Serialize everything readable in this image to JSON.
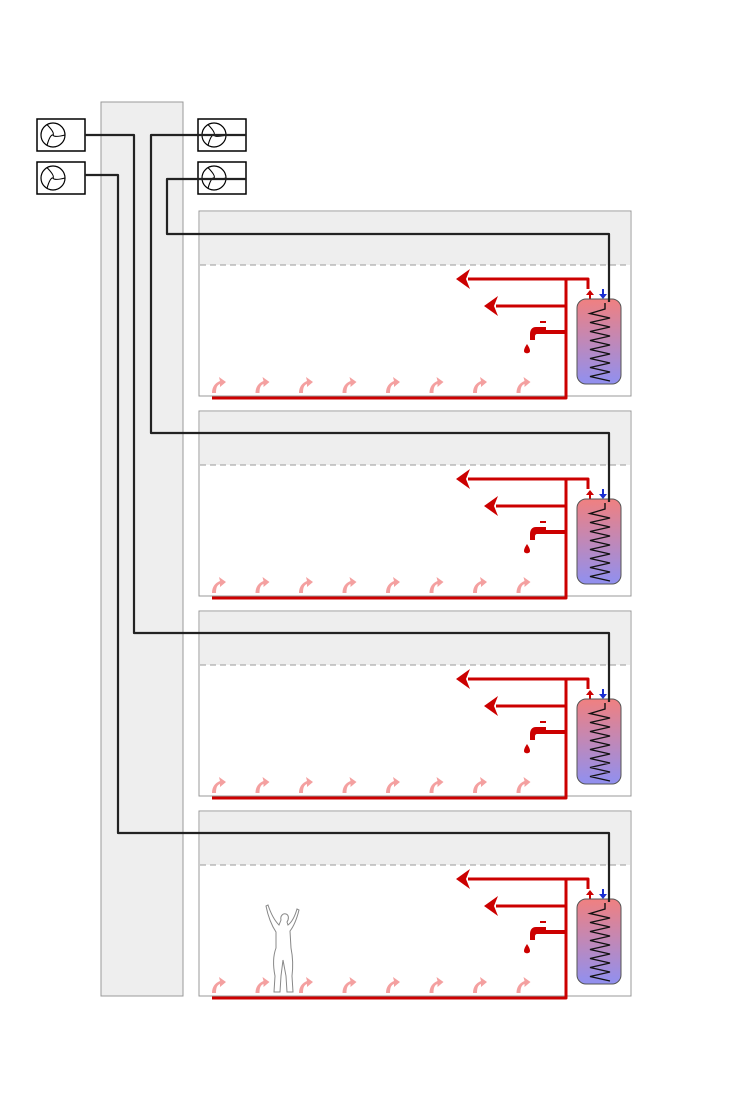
{
  "diagram": {
    "floor_count": 4,
    "fan_count": 4,
    "heat_arrows_per_floor": 8,
    "icons": {
      "fan": "fan-icon",
      "tap": "water-tap-icon",
      "tank": "hot-water-tank-icon",
      "heat_arrow": "heat-arrow-icon",
      "person": "person-icon"
    },
    "colors": {
      "hot_pipe": "#cc0000",
      "refrigerant_pipe": "#222222",
      "tank_top": "#f08080",
      "tank_bottom": "#9090f0",
      "heat_arrow": "#f4a0a0",
      "shaft": "#eeeeee",
      "cold_indicator": "#1a2fd0"
    }
  }
}
